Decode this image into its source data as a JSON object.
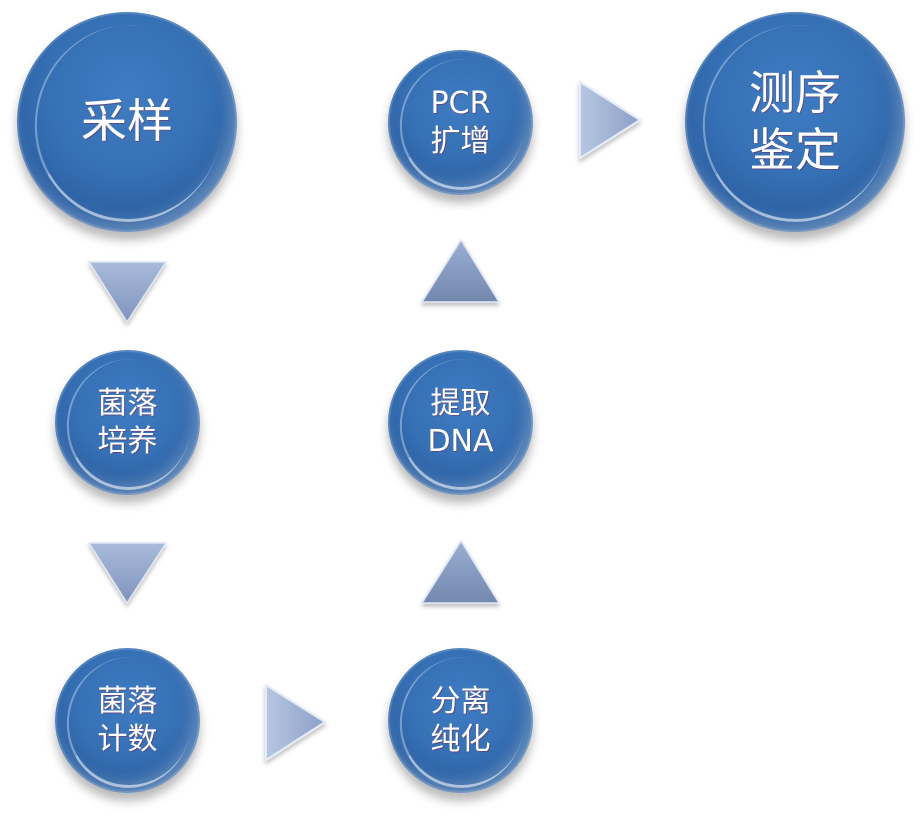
{
  "diagram": {
    "title": "采样到测序鉴定流程",
    "nodes": [
      {
        "id": "sampling",
        "lines": [
          "采样"
        ]
      },
      {
        "id": "colony-culture",
        "lines": [
          "菌落",
          "培养"
        ]
      },
      {
        "id": "colony-count",
        "lines": [
          "菌落",
          "计数"
        ]
      },
      {
        "id": "isolation-purification",
        "lines": [
          "分离",
          "纯化"
        ]
      },
      {
        "id": "dna-extraction",
        "lines": [
          "提取",
          "DNA"
        ]
      },
      {
        "id": "pcr-amplification",
        "lines": [
          "PCR",
          "扩增"
        ]
      },
      {
        "id": "sequencing-identification",
        "lines": [
          "测序",
          "鉴定"
        ]
      }
    ],
    "edges": [
      {
        "from": "sampling",
        "to": "colony-culture",
        "direction": "down"
      },
      {
        "from": "colony-culture",
        "to": "colony-count",
        "direction": "down"
      },
      {
        "from": "colony-count",
        "to": "isolation-purification",
        "direction": "right"
      },
      {
        "from": "isolation-purification",
        "to": "dna-extraction",
        "direction": "up"
      },
      {
        "from": "dna-extraction",
        "to": "pcr-amplification",
        "direction": "up"
      },
      {
        "from": "pcr-amplification",
        "to": "sequencing-identification",
        "direction": "right"
      }
    ],
    "colors": {
      "node": "#3670b5",
      "arrow": "#8fa3c8",
      "text": "#ffffff"
    }
  }
}
